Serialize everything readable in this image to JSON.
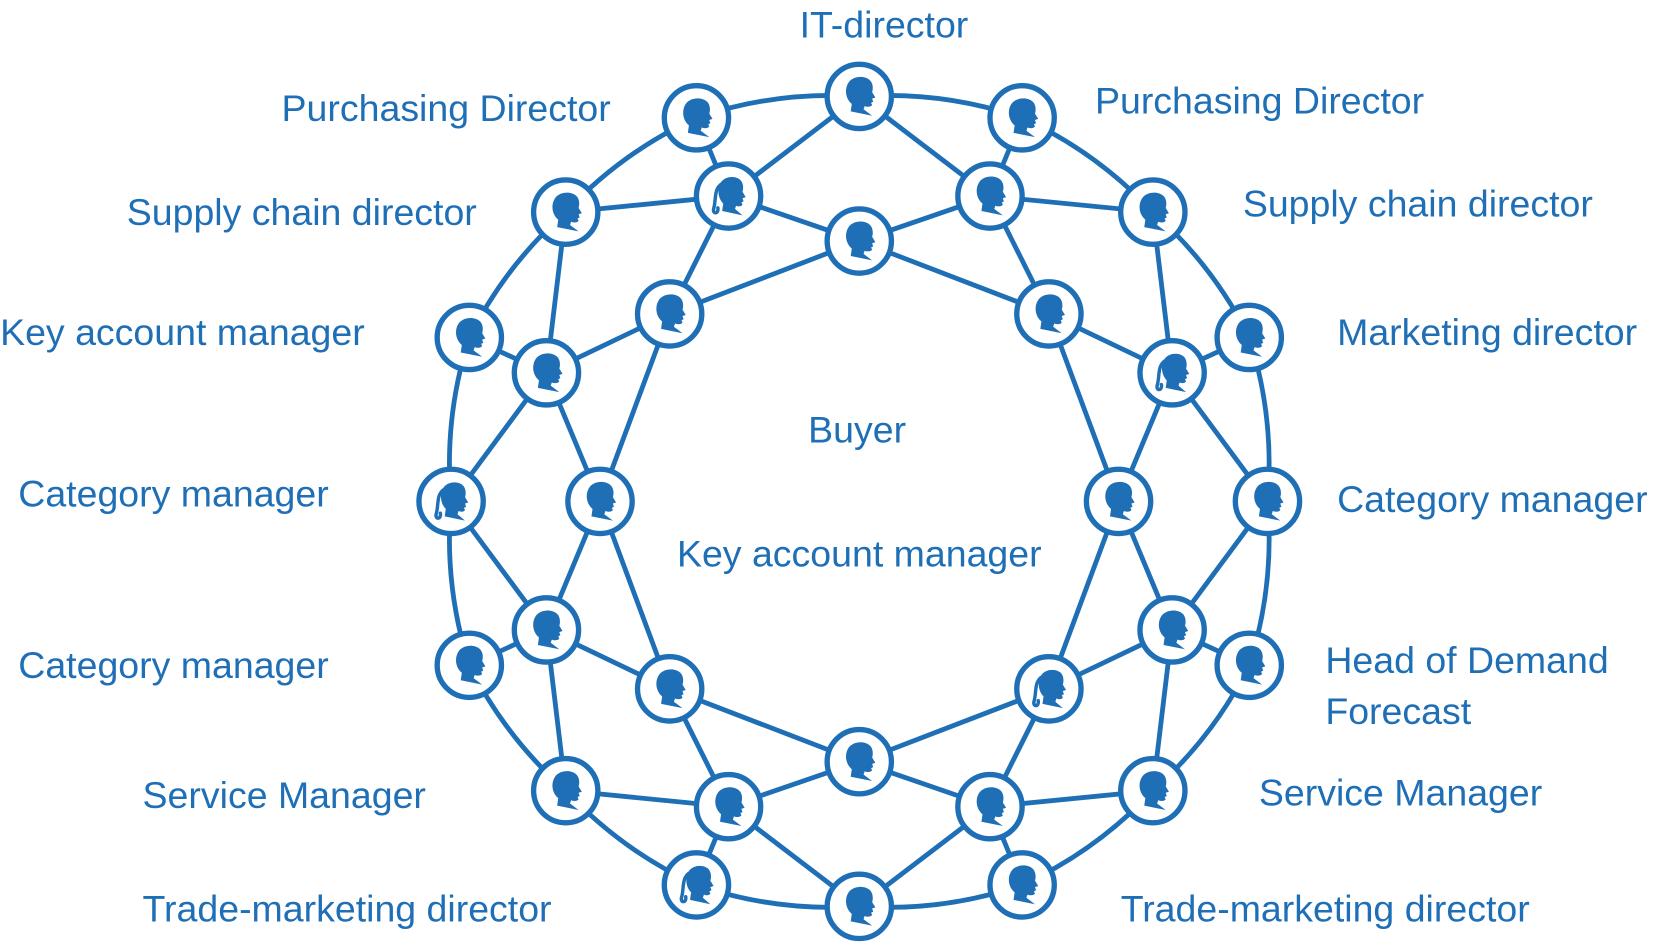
{
  "diagram": {
    "accent_color": "#1f6fb6",
    "center_labels": {
      "top": "Buyer",
      "bottom": "Key account manager"
    },
    "labels": {
      "top": "IT-director",
      "left": [
        "Purchasing Director",
        "Supply chain director",
        "Key account manager",
        "Category manager",
        "Category manager",
        "Service Manager",
        "Trade-marketing director"
      ],
      "right": [
        "Purchasing Director",
        "Supply chain director",
        "Marketing director",
        "Category manager",
        "Head of Demand",
        "Forecast",
        "Service Manager",
        "Trade-marketing director"
      ]
    },
    "node_icons": {
      "outer": [
        "male",
        "male",
        "male",
        "male",
        "male",
        "male",
        "male",
        "male",
        "male",
        "female",
        "male",
        "male",
        "female",
        "male",
        "male",
        "male"
      ],
      "middle": [
        "male",
        "female",
        "male",
        "male",
        "male",
        "male",
        "male",
        "female"
      ],
      "inner": [
        "male",
        "male",
        "male",
        "female",
        "male",
        "male",
        "male",
        "male"
      ]
    }
  }
}
